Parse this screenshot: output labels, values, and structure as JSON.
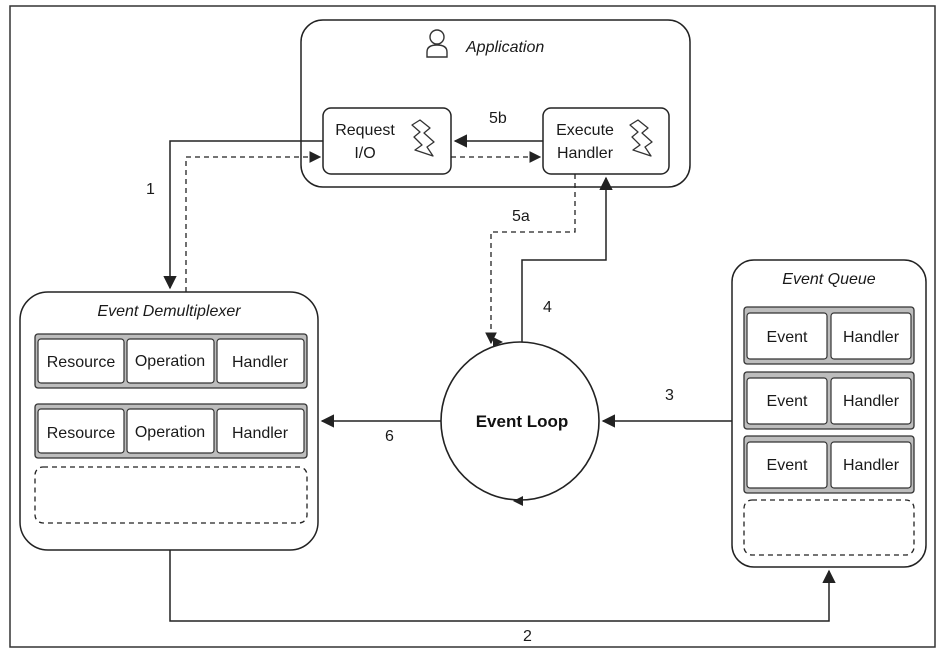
{
  "application": {
    "title": "Application",
    "request_io": [
      "Request",
      "I/O"
    ],
    "execute_handler": [
      "Execute",
      "Handler"
    ]
  },
  "event_demultiplexer": {
    "title": "Event Demultiplexer",
    "rows": [
      [
        "Resource",
        "Operation",
        "Handler"
      ],
      [
        "Resource",
        "Operation",
        "Handler"
      ]
    ]
  },
  "event_queue": {
    "title": "Event Queue",
    "rows": [
      [
        "Event",
        "Handler"
      ],
      [
        "Event",
        "Handler"
      ],
      [
        "Event",
        "Handler"
      ]
    ]
  },
  "event_loop": {
    "label": "Event Loop"
  },
  "steps": {
    "s1": "1",
    "s2": "2",
    "s3": "3",
    "s4": "4",
    "s5a": "5a",
    "s5b": "5b",
    "s6": "6"
  }
}
